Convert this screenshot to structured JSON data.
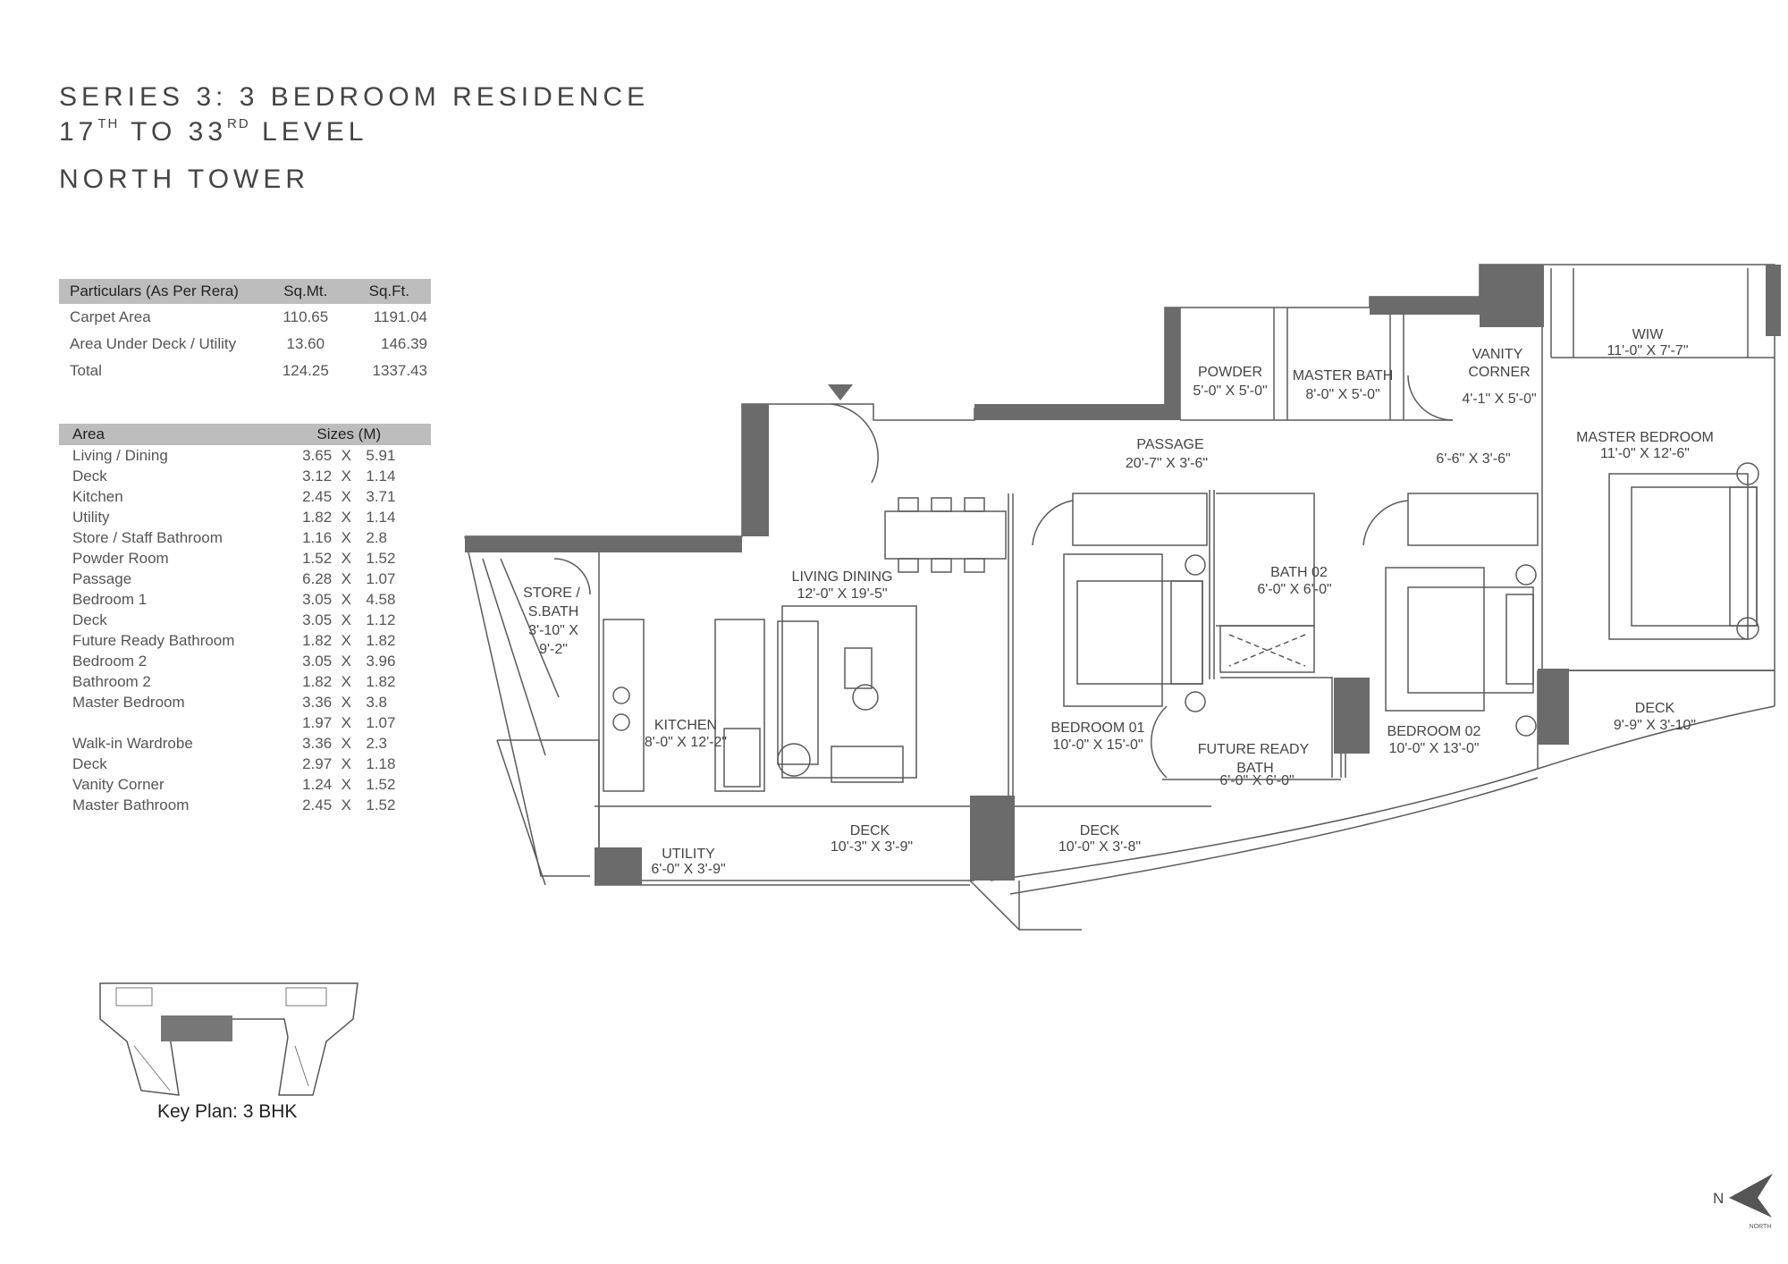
{
  "header": {
    "series": "SERIES 3: 3 BEDROOM RESIDENCE",
    "level_start": "17",
    "level_start_sup": "TH",
    "level_to": "TO",
    "level_end": "33",
    "level_end_sup": "RD",
    "level_word": "LEVEL",
    "tower": "NORTH TOWER"
  },
  "particulars": {
    "headers": [
      "Particulars (As Per Rera)",
      "Sq.Mt.",
      "Sq.Ft."
    ],
    "rows": [
      [
        "Carpet Area",
        "110.65",
        "1191.04"
      ],
      [
        "Area Under Deck / Utility",
        "13.60",
        "146.39"
      ],
      [
        "Total",
        "124.25",
        "1337.43"
      ]
    ]
  },
  "areas": {
    "headers": [
      "Area",
      "Sizes (M)"
    ],
    "rows": [
      [
        "Living / Dining",
        "3.65",
        "X",
        "5.91"
      ],
      [
        "Deck",
        "3.12",
        "X",
        "1.14"
      ],
      [
        "Kitchen",
        "2.45",
        "X",
        "3.71"
      ],
      [
        "Utility",
        "1.82",
        "X",
        "1.14"
      ],
      [
        "Store / Staff Bathroom",
        "1.16",
        "X",
        "2.8"
      ],
      [
        "Powder Room",
        "1.52",
        "X",
        "1.52"
      ],
      [
        "Passage",
        "6.28",
        "X",
        "1.07"
      ],
      [
        "Bedroom 1",
        "3.05",
        "X",
        "4.58"
      ],
      [
        "Deck",
        "3.05",
        "X",
        "1.12"
      ],
      [
        "Future Ready Bathroom",
        "1.82",
        "X",
        "1.82"
      ],
      [
        "Bedroom 2",
        "3.05",
        "X",
        "3.96"
      ],
      [
        "Bathroom 2",
        "1.82",
        "X",
        "1.82"
      ],
      [
        "Master Bedroom",
        "3.36",
        "X",
        "3.8"
      ],
      [
        "",
        "1.97",
        "X",
        "1.07"
      ],
      [
        "Walk-in Wardrobe",
        "3.36",
        "X",
        "2.3"
      ],
      [
        "Deck",
        "2.97",
        "X",
        "1.18"
      ],
      [
        "Vanity Corner",
        "1.24",
        "X",
        "1.52"
      ],
      [
        "Master Bathroom",
        "2.45",
        "X",
        "1.52"
      ]
    ]
  },
  "rooms": {
    "powder": [
      "POWDER",
      "5'-0\" X 5'-0\""
    ],
    "master_bath": [
      "MASTER BATH",
      "8'-0\" X 5'-0\""
    ],
    "vanity": [
      "VANITY",
      "CORNER",
      "4'-1\" X 5'-0\""
    ],
    "wiw": [
      "WIW",
      "11'-0\" X 7'-7\""
    ],
    "master_bedroom": [
      "MASTER BEDROOM",
      "11'-0\" X 12'-6\""
    ],
    "passage": [
      "PASSAGE",
      "20'-7\" X 3'-6\""
    ],
    "passage_2": [
      "6'-6\" X 3'-6\""
    ],
    "living": [
      "LIVING DINING",
      "12'-0\" X 19'-5\""
    ],
    "store": [
      "STORE /",
      "S.BATH",
      "3'-10\" X",
      "9'-2\""
    ],
    "bath02": [
      "BATH 02",
      "6'-0\" X 6'-0\""
    ],
    "kitchen": [
      "KITCHEN",
      "8'-0\" X 12'-2\""
    ],
    "bedroom01": [
      "BEDROOM 01",
      "10'-0\" X 15'-0\""
    ],
    "future_bath": [
      "FUTURE READY",
      "BATH",
      "6'-0\" X 6'-0\""
    ],
    "bedroom02": [
      "BEDROOM 02",
      "10'-0\" X 13'-0\""
    ],
    "deck_master": [
      "DECK",
      "9'-9\" X 3'-10\""
    ],
    "deck_living": [
      "DECK",
      "10'-3\" X 3'-9\""
    ],
    "deck_bed1": [
      "DECK",
      "10'-0\" X 3'-8\""
    ],
    "utility": [
      "UTILITY",
      "6'-0\" X 3'-9\""
    ]
  },
  "key_plan": {
    "caption": "Key Plan: 3 BHK"
  },
  "compass": {
    "letter": "N",
    "word": "NORTH"
  },
  "colors": {
    "wall": "#6b6b6b",
    "line": "#555555",
    "header_bg": "#bdbdbd",
    "key_highlight": "#777777"
  }
}
